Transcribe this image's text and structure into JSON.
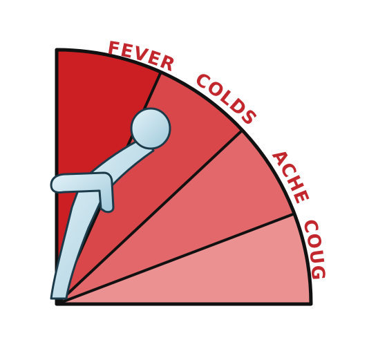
{
  "segments": [
    {
      "label": "FEVER",
      "color": "#cc1f24"
    },
    {
      "label": "COLDS",
      "color": "#d9474b"
    },
    {
      "label": "ACHE",
      "color": "#e2686b"
    },
    {
      "label": "COUGH",
      "color": "#ec9192"
    }
  ],
  "label_color": "#c2272d",
  "figure_color": "#b8dbe8",
  "figure_outline": "#1c3b4a",
  "outline_color": "#111111"
}
